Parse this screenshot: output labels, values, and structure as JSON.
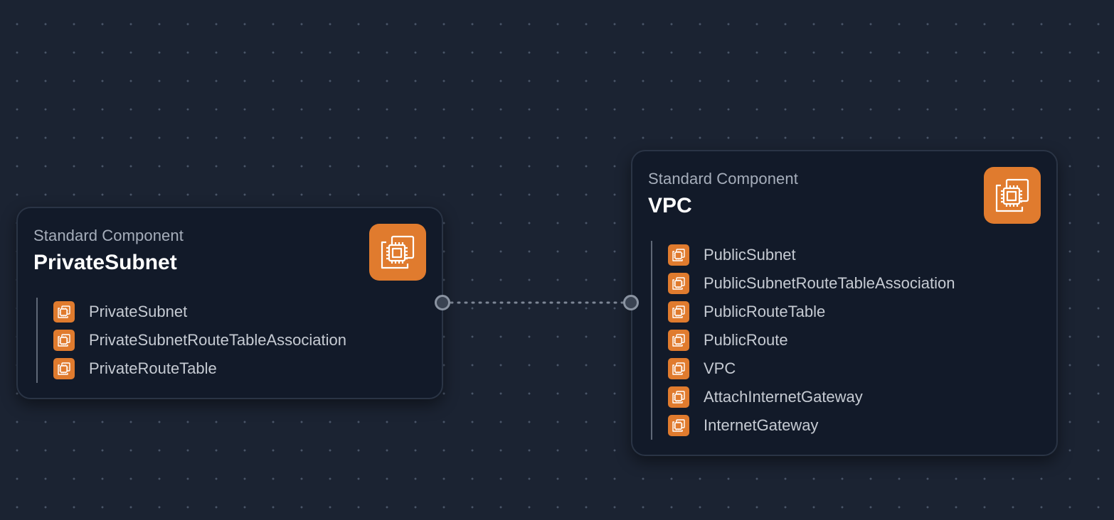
{
  "nodes": [
    {
      "id": "private",
      "type_label": "Standard Component",
      "title": "PrivateSubnet",
      "icon": "cpu-chip-icon",
      "resources": [
        "PrivateSubnet",
        "PrivateSubnetRouteTableAssociation",
        "PrivateRouteTable"
      ]
    },
    {
      "id": "vpc",
      "type_label": "Standard Component",
      "title": "VPC",
      "icon": "cpu-chip-icon",
      "resources": [
        "PublicSubnet",
        "PublicSubnetRouteTableAssociation",
        "PublicRouteTable",
        "PublicRoute",
        "VPC",
        "AttachInternetGateway",
        "InternetGateway"
      ]
    }
  ],
  "edges": [
    {
      "from": "PrivateSubnet",
      "to": "VPC",
      "style": "dotted"
    }
  ],
  "colors": {
    "background": "#1b2332",
    "node_background": "#121a29",
    "accent_orange": "#e07b2e",
    "title_text": "#ffffff",
    "secondary_text": "#a6aebb"
  }
}
